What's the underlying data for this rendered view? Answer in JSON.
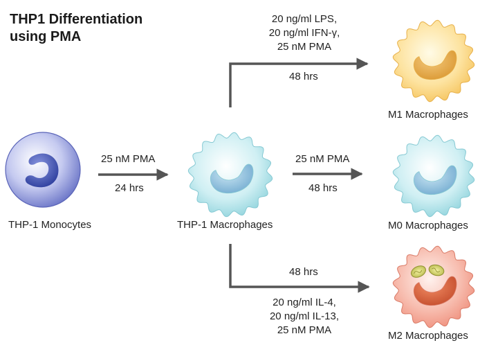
{
  "title_line1": "THP1 Differentiation",
  "title_line2": "using PMA",
  "cells": {
    "monocyte": {
      "label": "THP-1 Monocytes"
    },
    "macrophage": {
      "label": "THP-1 Macrophages"
    },
    "m1": {
      "label": "M1 Macrophages"
    },
    "m0": {
      "label": "M0 Macrophages"
    },
    "m2": {
      "label": "M2 Macrophages"
    }
  },
  "arrows": {
    "to_macrophage": {
      "top": "25 nM PMA",
      "bottom": "24 hrs"
    },
    "to_m1": {
      "conditions": [
        "20 ng/ml LPS,",
        "20 ng/ml IFN-γ,",
        "25 nM PMA"
      ],
      "time": "48 hrs"
    },
    "to_m0": {
      "top": "25 nM PMA",
      "bottom": "48 hrs"
    },
    "to_m2": {
      "time": "48 hrs",
      "conditions": [
        "20 ng/ml IL-4,",
        "20 ng/ml IL-13,",
        "25 nM PMA"
      ]
    }
  },
  "colors": {
    "arrow": "#555555",
    "monocyte": "#6f79c9",
    "macrophage": "#a9dfe6",
    "m1": "#f5c35c",
    "m2": "#ef8f7c"
  }
}
